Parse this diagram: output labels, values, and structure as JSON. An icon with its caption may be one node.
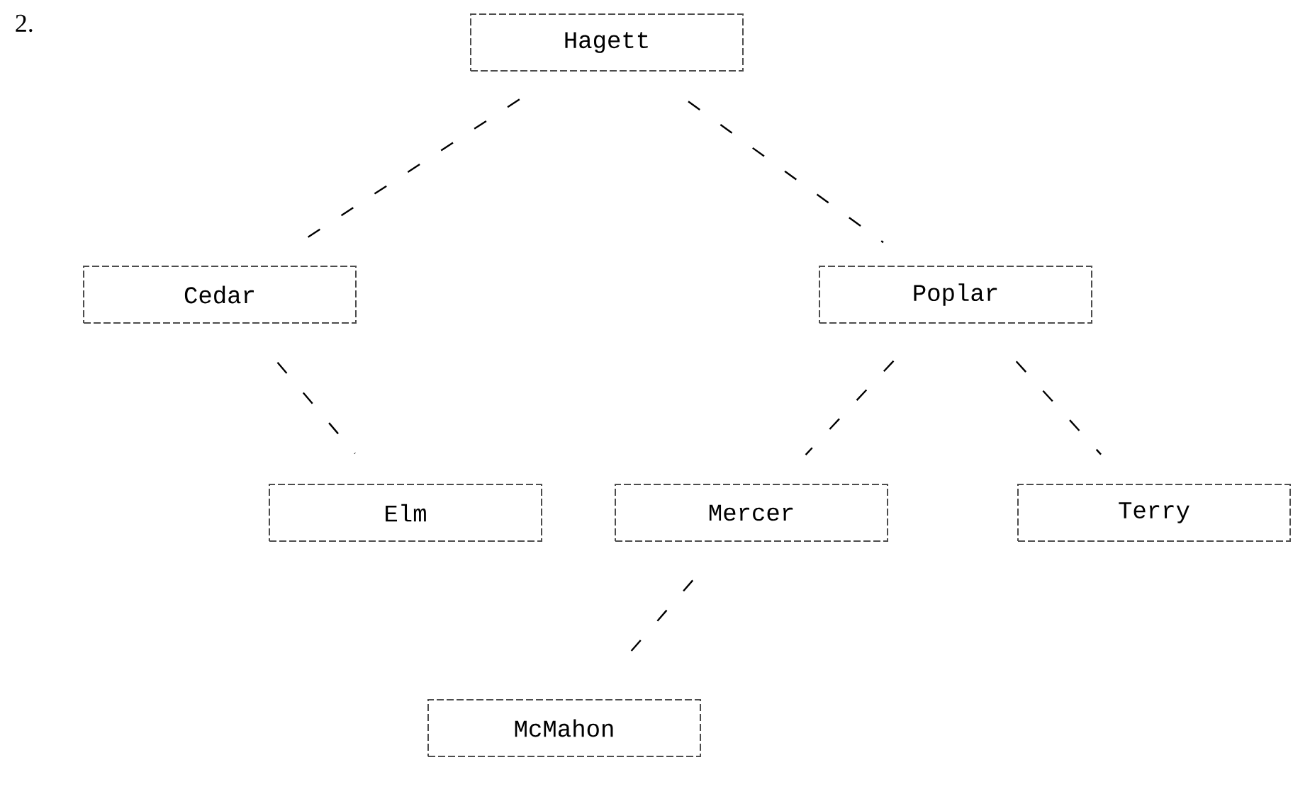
{
  "diagram": {
    "nodes": [
      {
        "text": [
          "Hagett"
        ]
      },
      {
        "text": [
          "Cedar"
        ]
      },
      {
        "text": [
          "Poplar"
        ]
      },
      {
        "text": [
          "Elm"
        ]
      },
      {
        "text": [
          "Mercer"
        ]
      },
      {
        "text": [
          "Terry"
        ]
      },
      {
        "text": [
          "McMahon"
        ]
      }
    ],
    "edges": [
      {
        "from": 0,
        "to": 1,
        "arrow": "none"
      },
      {
        "from": 0,
        "to": 2,
        "arrow": "none"
      },
      {
        "from": 1,
        "to": 3,
        "arrow": "none"
      },
      {
        "from": 2,
        "to": 4,
        "arrow": "none"
      },
      {
        "from": 2,
        "to": 5,
        "arrow": "none"
      },
      {
        "from": 4,
        "to": 6,
        "arrow": "none"
      }
    ],
    "labels": [
      "2."
    ]
  }
}
